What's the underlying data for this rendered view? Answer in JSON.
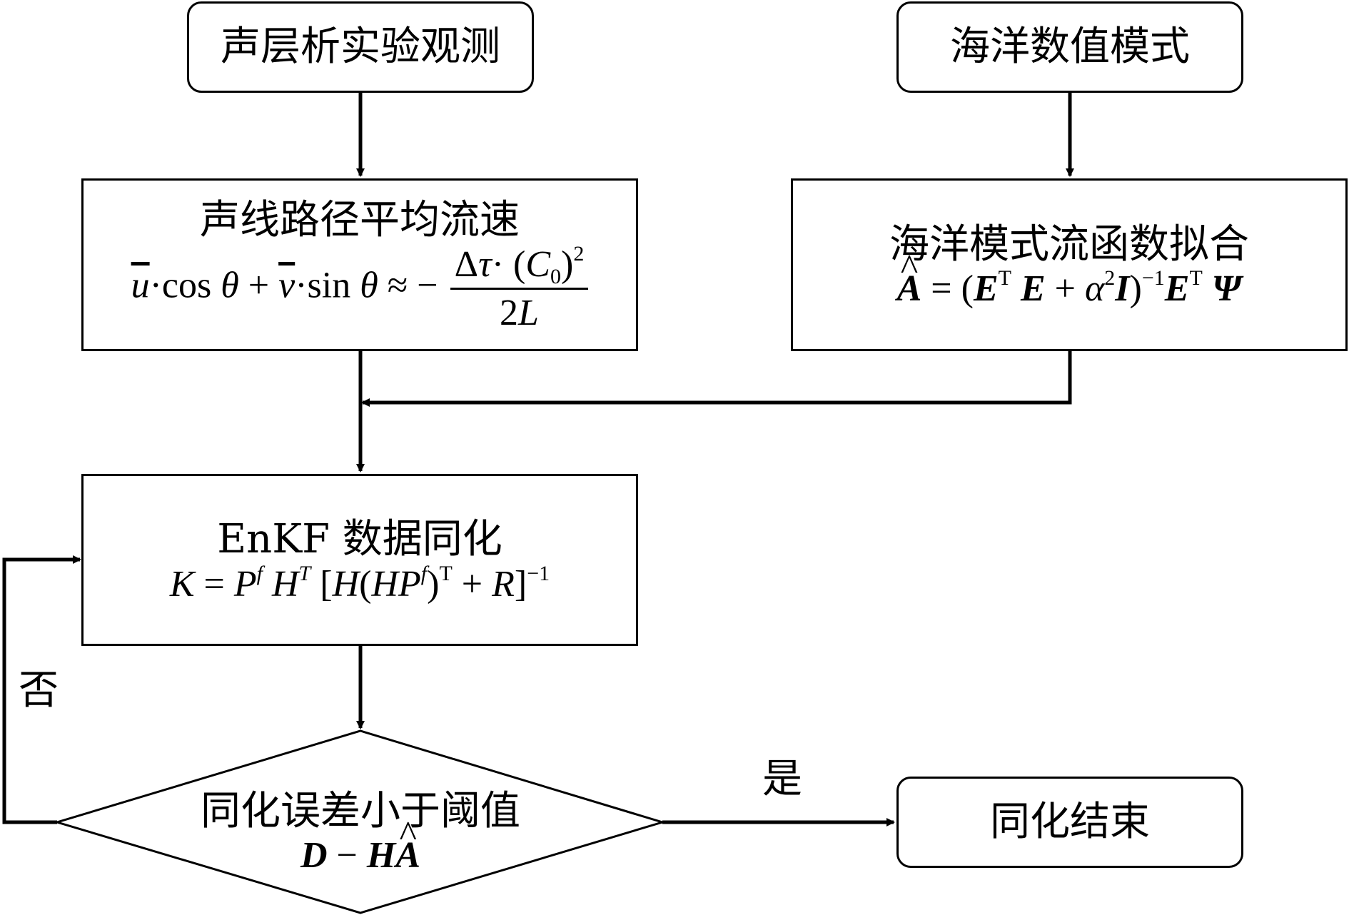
{
  "nodes": {
    "acoustic_obs": {
      "title": "声层析实验观测"
    },
    "ocean_model": {
      "title": "海洋数值模式"
    },
    "path_velocity": {
      "title": "声线路径平均流速",
      "formula_left": "u·cos θ + v·sin θ ≈ −",
      "formula_num": "Δτ· (C0)2",
      "formula_den": "2L"
    },
    "stream_fit": {
      "title": "海洋模式流函数拟合",
      "formula": "Â = (ET E + α2I)−1ET Ψ"
    },
    "enkf": {
      "title": "EnKF 数据同化",
      "formula": "K = Pf HT [H(HPf)T + R]−1"
    },
    "decision": {
      "title": "同化误差小于阈值",
      "formula": "D − HÂ"
    },
    "end": {
      "title": "同化结束"
    }
  },
  "edges": {
    "no_label": "否",
    "yes_label": "是"
  }
}
